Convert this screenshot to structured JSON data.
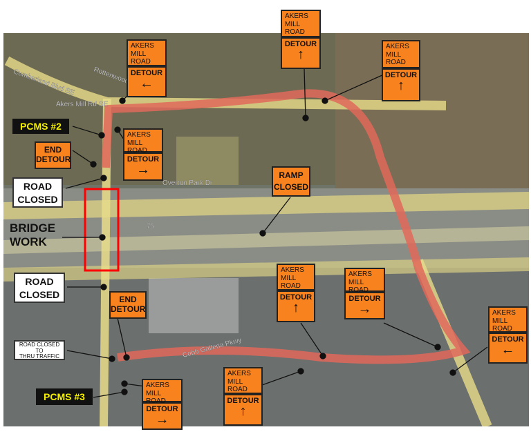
{
  "streets": {
    "akers_mill": "Akers Mill Rd SE",
    "cumberland": "Cumberland Blvd SE",
    "rottenwood": "Rottenwood Cr",
    "overton": "Overton Park Dr",
    "galleria": "Cobb Galleria Pkwy",
    "interstate": "75"
  },
  "detour_signs": [
    {
      "l1": "AKERS",
      "l2": "MILL",
      "l3": "ROAD",
      "label": "DETOUR",
      "arrow": "left"
    },
    {
      "l1": "AKERS",
      "l2": "MILL",
      "l3": "ROAD",
      "label": "DETOUR",
      "arrow": "up"
    },
    {
      "l1": "AKERS",
      "l2": "MILL",
      "l3": "ROAD",
      "label": "DETOUR",
      "arrow": "up"
    },
    {
      "l1": "AKERS",
      "l2": "MILL",
      "l3": "ROAD",
      "label": "DETOUR",
      "arrow": "right"
    },
    {
      "l1": "AKERS",
      "l2": "MILL",
      "l3": "ROAD",
      "label": "DETOUR",
      "arrow": "right"
    },
    {
      "l1": "AKERS",
      "l2": "MILL",
      "l3": "ROAD",
      "label": "DETOUR",
      "arrow": "up"
    },
    {
      "l1": "AKERS",
      "l2": "MILL",
      "l3": "ROAD",
      "label": "DETOUR",
      "arrow": "up"
    },
    {
      "l1": "AKERS",
      "l2": "MILL",
      "l3": "ROAD",
      "label": "DETOUR",
      "arrow": "right"
    },
    {
      "l1": "AKERS",
      "l2": "MILL",
      "l3": "ROAD",
      "label": "DETOUR",
      "arrow": "left"
    }
  ],
  "pcms2": "PCMS #2",
  "pcms3": "PCMS #3",
  "end_detour_1": {
    "l1": "END",
    "l2": "DETOUR"
  },
  "end_detour_2": {
    "l1": "END",
    "l2": "DETOUR"
  },
  "road_closed_1": {
    "l1": "ROAD",
    "l2": "CLOSED"
  },
  "road_closed_2": {
    "l1": "ROAD",
    "l2": "CLOSED"
  },
  "ramp_closed": {
    "l1": "RAMP",
    "l2": "CLOSED"
  },
  "thru": {
    "l1": "ROAD CLOSED",
    "l2": "TO",
    "l3": "THRU TRAFFIC"
  },
  "bridge": {
    "l1": "BRIDGE",
    "l2": "WORK"
  },
  "colors": {
    "sign": "#f7821e",
    "detour_route": "#e0685a",
    "work_zone": "#ff0000",
    "pcms_text": "#f5f000"
  }
}
